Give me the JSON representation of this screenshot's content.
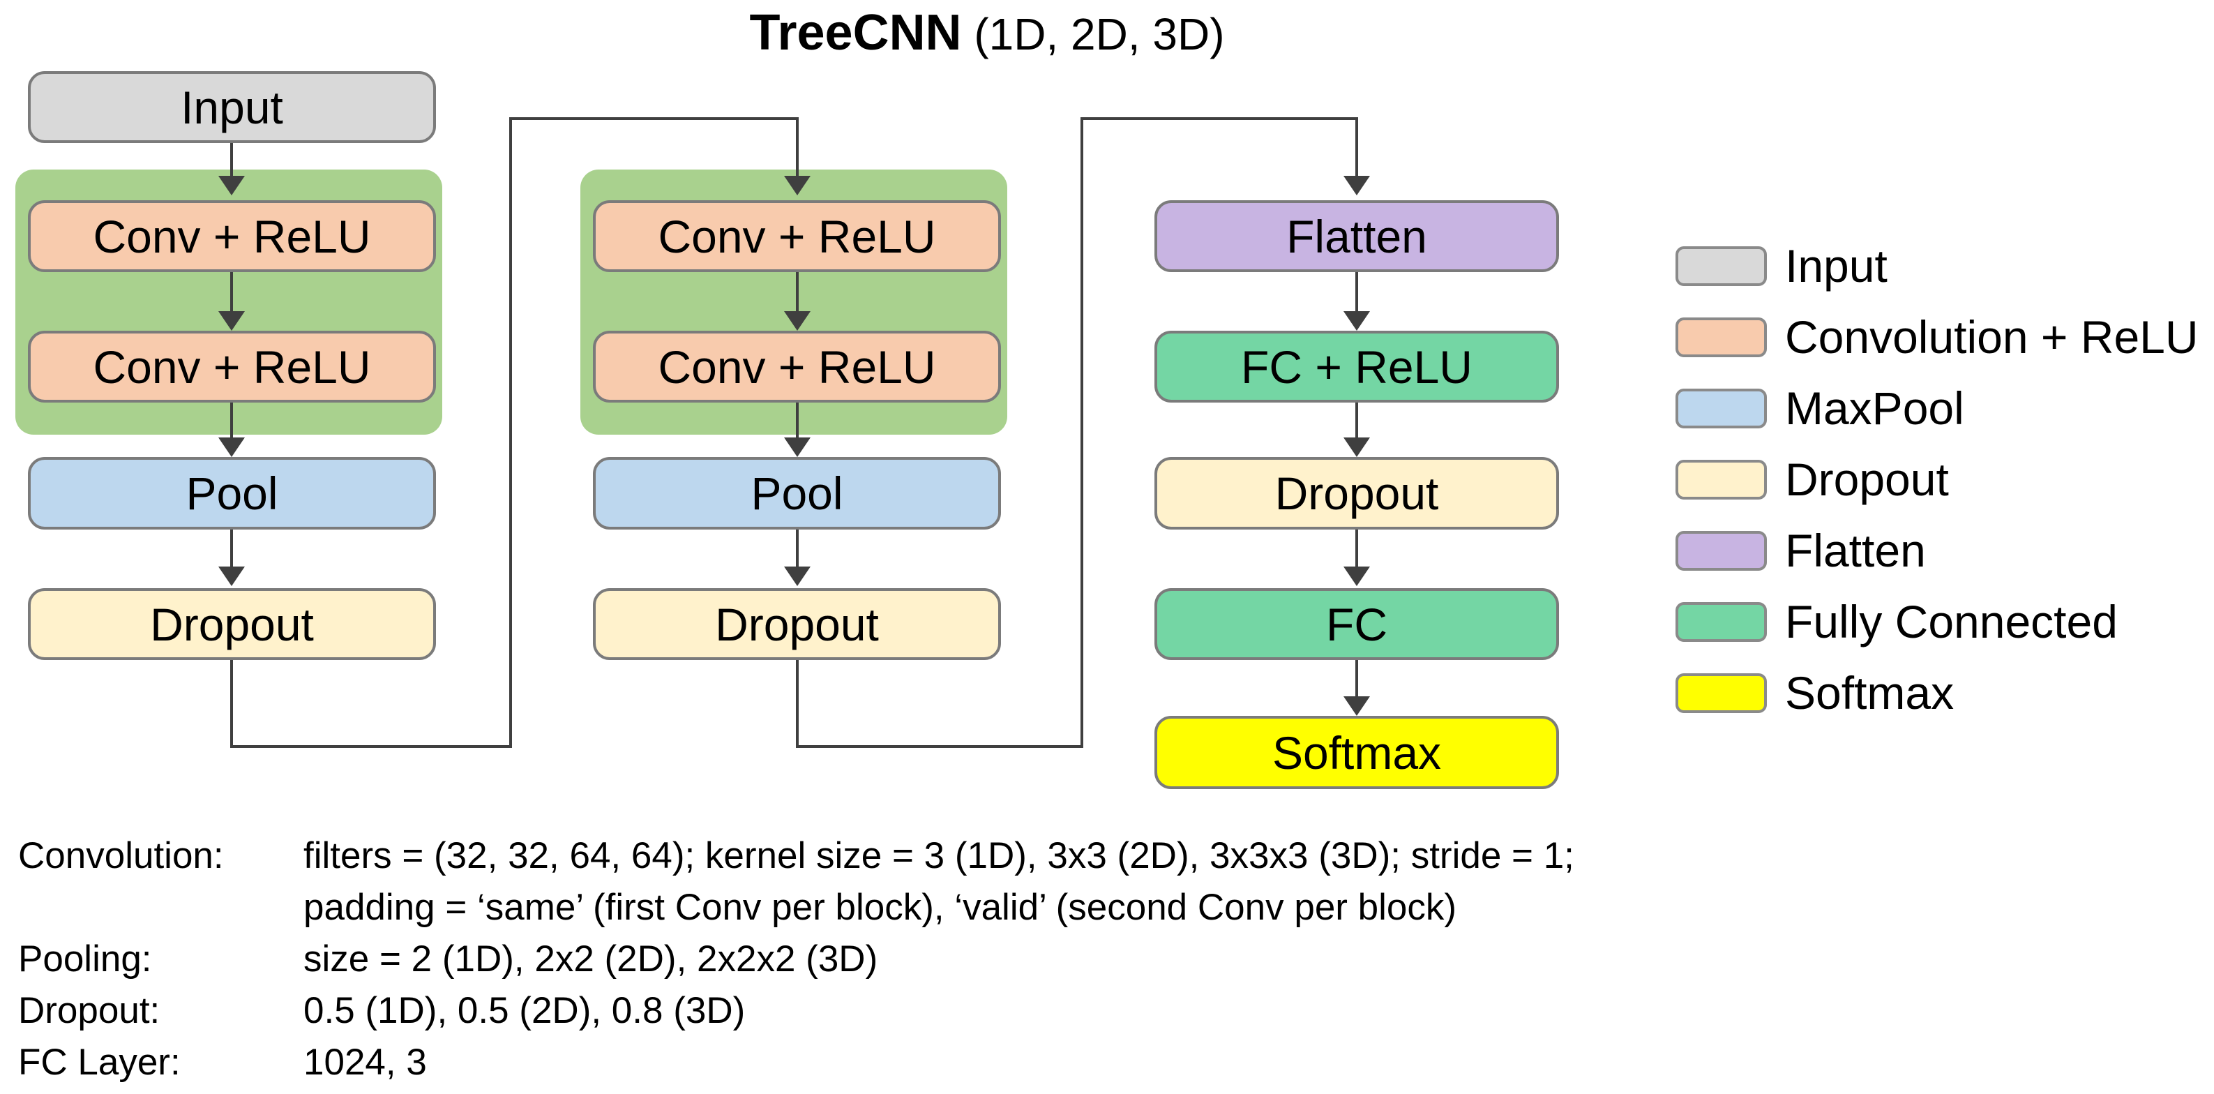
{
  "title": {
    "main": "TreeCNN",
    "suffix": " (1D, 2D, 3D)"
  },
  "nodes": {
    "input": "Input",
    "block1_conv1": "Conv + ReLU",
    "block1_conv2": "Conv + ReLU",
    "block1_pool": "Pool",
    "block1_dropout": "Dropout",
    "block2_conv1": "Conv + ReLU",
    "block2_conv2": "Conv + ReLU",
    "block2_pool": "Pool",
    "block2_dropout": "Dropout",
    "flatten": "Flatten",
    "fc_relu": "FC + ReLU",
    "head_dropout": "Dropout",
    "fc": "FC",
    "softmax": "Softmax"
  },
  "legend": {
    "items": [
      {
        "label": "Input",
        "color": "#d9d9d9"
      },
      {
        "label": "Convolution + ReLU",
        "color": "#f8cbad"
      },
      {
        "label": "MaxPool",
        "color": "#bdd7ee"
      },
      {
        "label": "Dropout",
        "color": "#fff2cc"
      },
      {
        "label": "Flatten",
        "color": "#c8b4e2"
      },
      {
        "label": "Fully Connected",
        "color": "#74d6a4"
      },
      {
        "label": "Softmax",
        "color": "#ffff00"
      }
    ]
  },
  "notes": [
    {
      "label": "Convolution:",
      "text": "filters = (32, 32, 64, 64); kernel size = 3 (1D), 3x3 (2D), 3x3x3 (3D); stride = 1;"
    },
    {
      "label": "",
      "text": "padding =  ‘same’ (first Conv per block), ‘valid’ (second Conv per block)"
    },
    {
      "label": "Pooling:",
      "text": "size = 2 (1D), 2x2 (2D), 2x2x2 (3D)"
    },
    {
      "label": "Dropout:",
      "text": "0.5 (1D), 0.5 (2D), 0.8 (3D)"
    },
    {
      "label": "FC Layer:",
      "text": "1024, 3"
    }
  ],
  "colors": {
    "input": "#d9d9d9",
    "conv": "#f8cbad",
    "pool": "#bdd7ee",
    "dropout": "#fff2cc",
    "flatten": "#c8b4e2",
    "fully_connected": "#74d6a4",
    "softmax": "#ffff00",
    "block_group": "#a9d18e",
    "connector": "#3f3f3f",
    "node_border": "#7b7b7b"
  }
}
